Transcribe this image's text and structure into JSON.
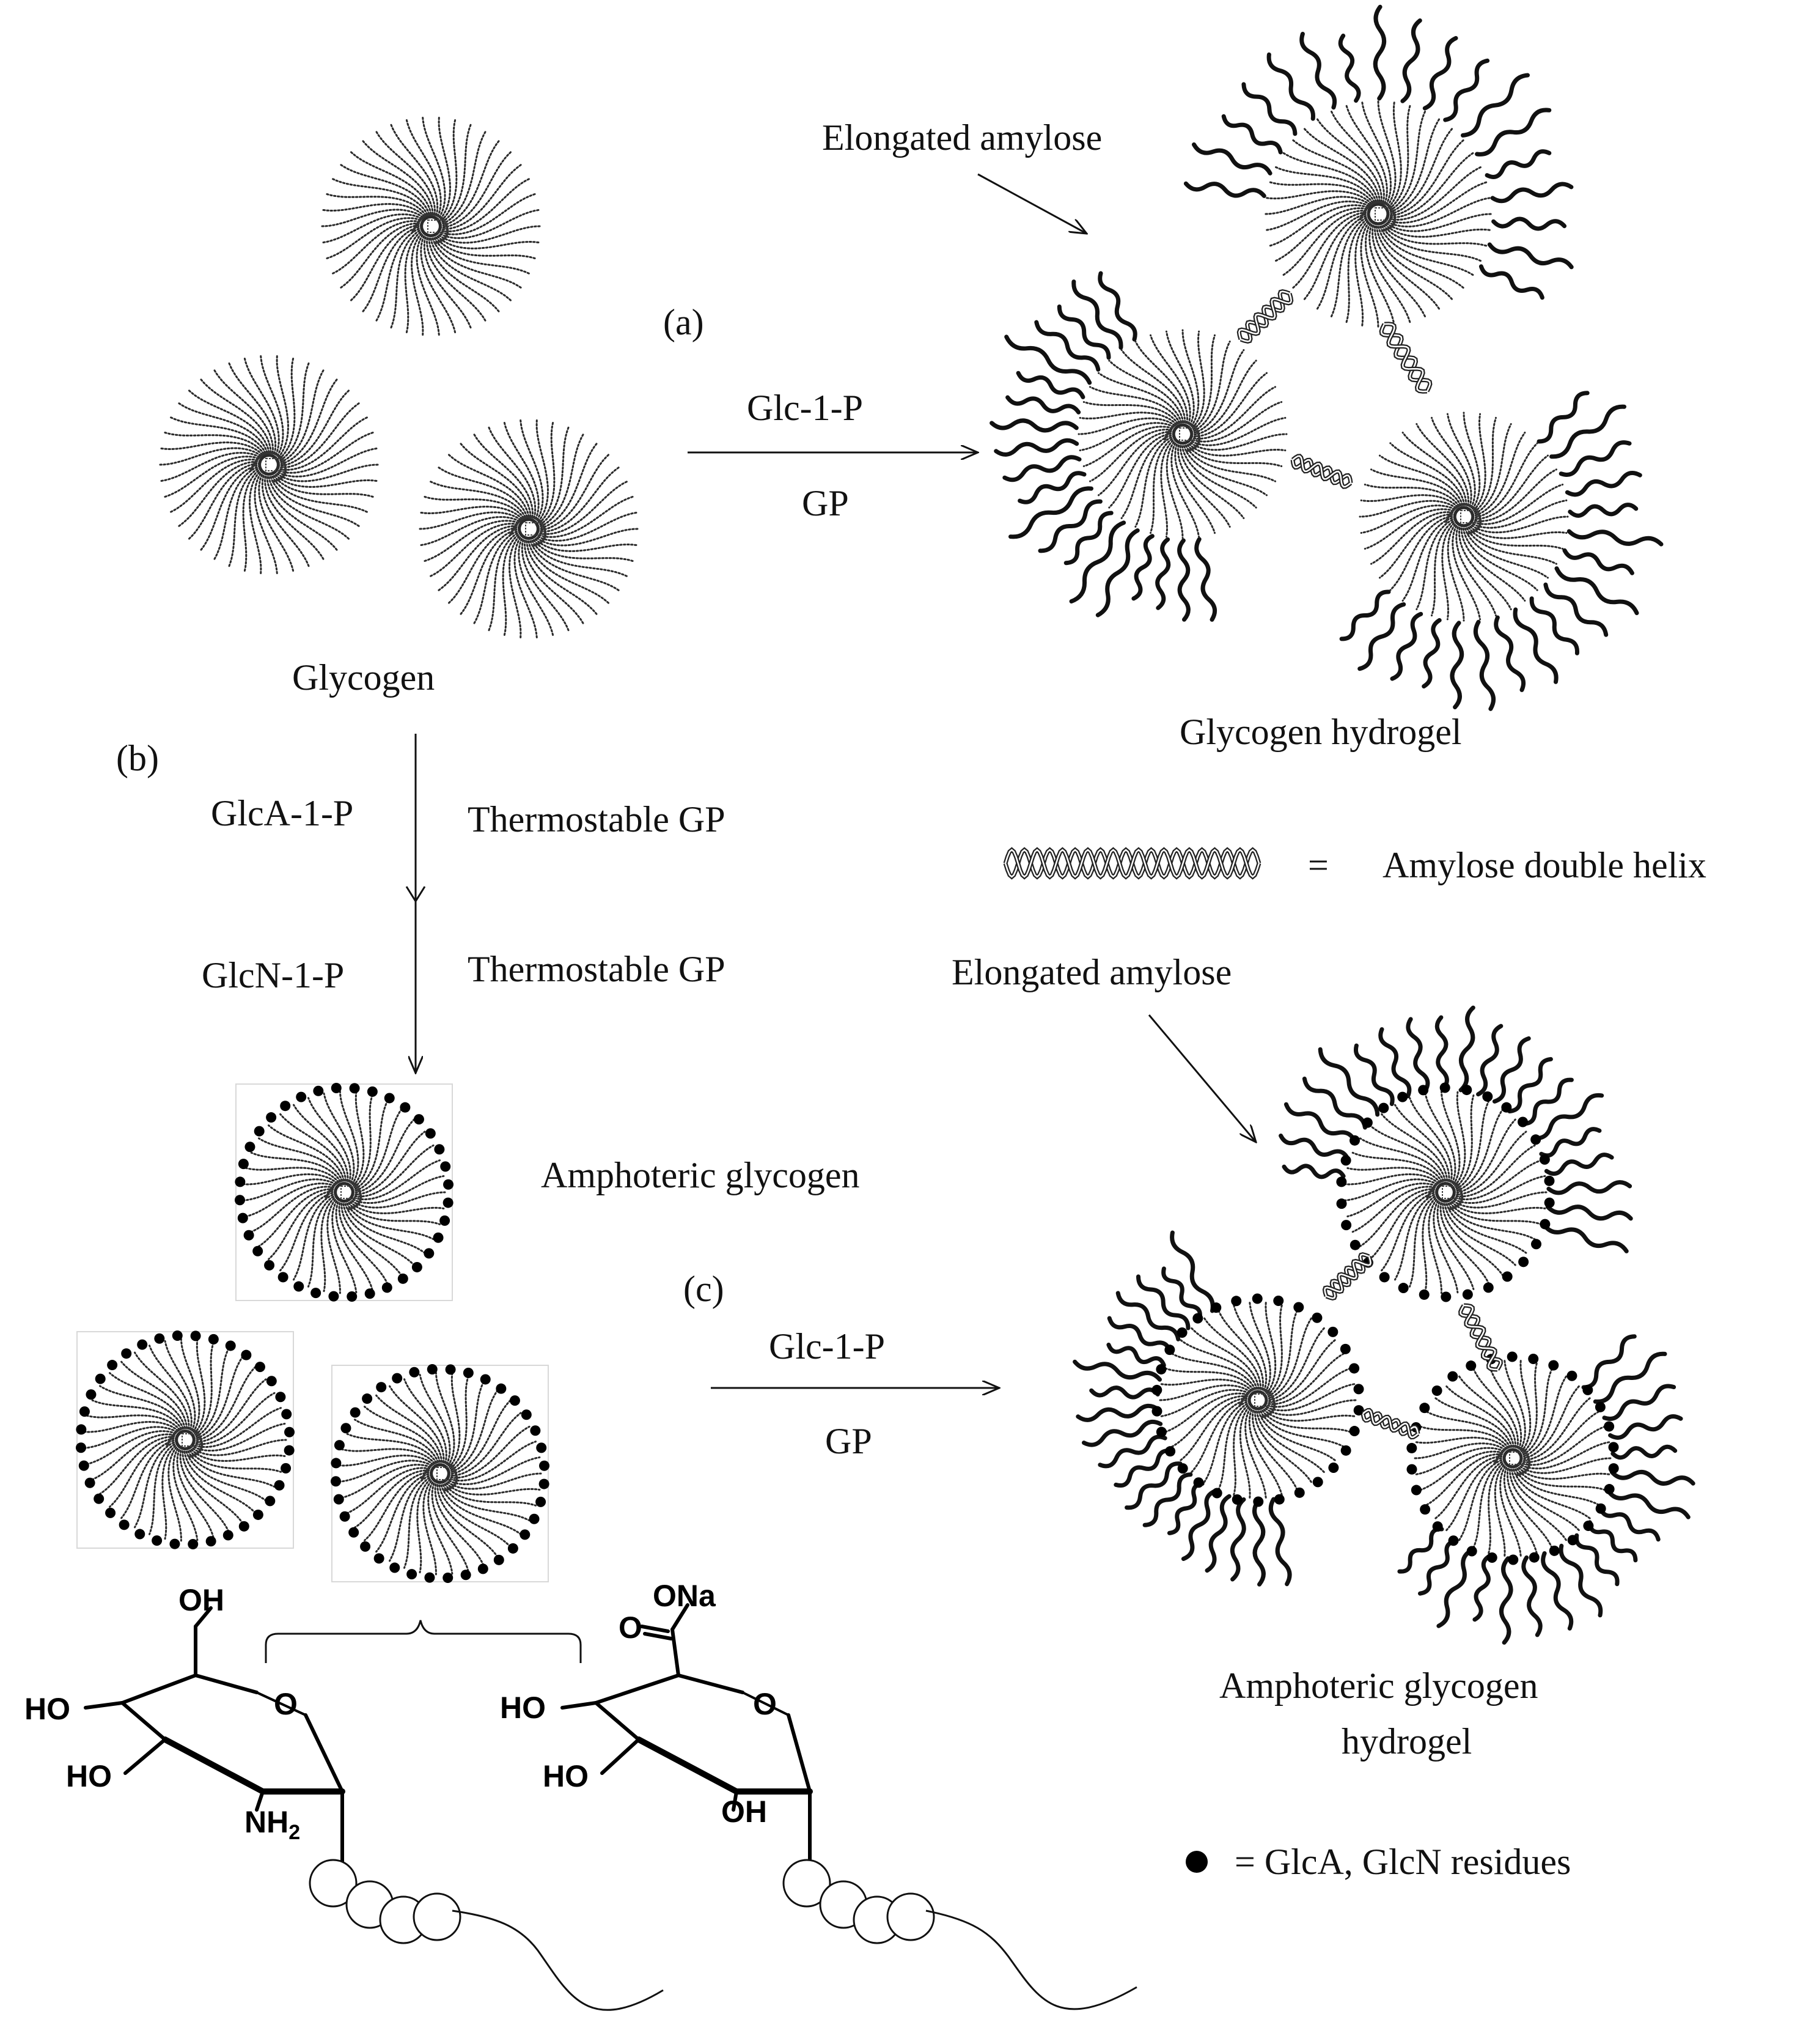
{
  "labels": {
    "panel_a": "(a)",
    "panel_b": "(b)",
    "panel_c": "(c)",
    "glycogen": "Glycogen",
    "elongated_amylose_top": "Elongated amylose",
    "elongated_amylose_bottom": "Elongated amylose",
    "glycogen_hydrogel": "Glycogen hydrogel",
    "amphoteric_glycogen": "Amphoteric glycogen",
    "amphoteric_hydrogel_line1": "Amphoteric glycogen",
    "amphoteric_hydrogel_line2": "hydrogel"
  },
  "arrows": {
    "a_top": "Glc-1-P",
    "a_bottom": "GP",
    "b_first_substrate": "GlcA-1-P",
    "b_first_enzyme": "Thermostable GP",
    "b_second_substrate": "GlcN-1-P",
    "b_second_enzyme": "Thermostable GP",
    "c_top": "Glc-1-P",
    "c_bottom": "GP"
  },
  "legend": {
    "equals": "=",
    "double_helix": "Amylose double helix",
    "residues": "= GlcA, GlcN residues"
  },
  "structures": {
    "glcn": {
      "oh_top": "OH",
      "ring_o": "O",
      "ho_upper": "HO",
      "ho_lower": "HO",
      "nh2": "NH",
      "nh2_sub": "2"
    },
    "glca": {
      "ona": "ONa",
      "carbonyl_o": "O",
      "ring_o": "O",
      "ho_upper": "HO",
      "ho_lower": "HO",
      "oh": "OH"
    }
  }
}
